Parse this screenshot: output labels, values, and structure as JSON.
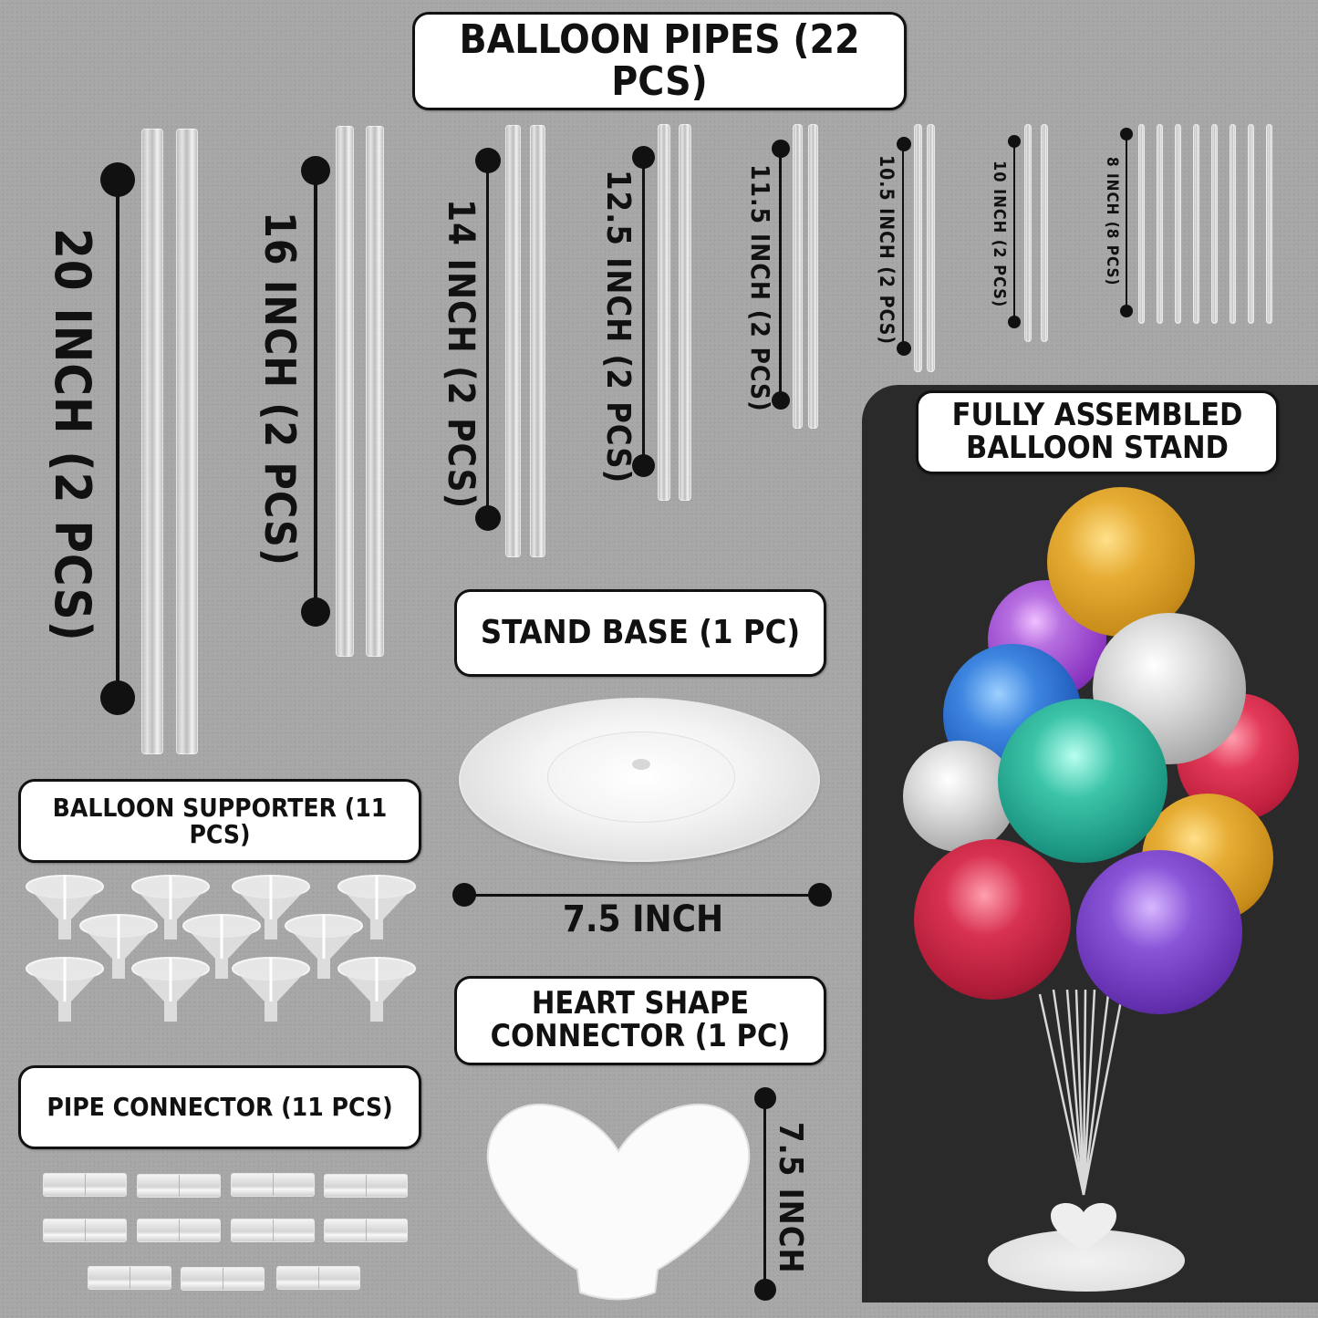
{
  "header": {
    "title": "BALLOON PIPES (22 PCS)"
  },
  "pipes": [
    {
      "label": "20 INCH (2 PCS)",
      "length_in": 20,
      "count": 2
    },
    {
      "label": "16 INCH (2 PCS)",
      "length_in": 16,
      "count": 2
    },
    {
      "label": "14 INCH (2 PCS)",
      "length_in": 14,
      "count": 2
    },
    {
      "label": "12.5 INCH (2 PCS)",
      "length_in": 12.5,
      "count": 2
    },
    {
      "label": "11.5 INCH (2 PCS)",
      "length_in": 11.5,
      "count": 2
    },
    {
      "label": "10.5 INCH (2 PCS)",
      "length_in": 10.5,
      "count": 2
    },
    {
      "label": "10 INCH (2 PCS)",
      "length_in": 10,
      "count": 2
    },
    {
      "label": "8 INCH (8 PCS)",
      "length_in": 8,
      "count": 8
    }
  ],
  "stand_base": {
    "title": "STAND BASE (1 PC)",
    "dimension": "7.5 INCH"
  },
  "balloon_supporter": {
    "title": "BALLOON SUPPORTER (11 PCS)",
    "count": 11
  },
  "pipe_connector": {
    "title": "PIPE CONNECTOR (11 PCS)",
    "count": 11
  },
  "heart_connector": {
    "title_line1": "HEART SHAPE",
    "title_line2": "CONNECTOR (1 PC)",
    "dimension": "7.5 INCH"
  },
  "assembled": {
    "title_line1": "FULLY ASSEMBLED",
    "title_line2": "BALLOON STAND",
    "balloon_colors": [
      "#d39a22",
      "#9b4fc8",
      "#c8c8c8",
      "#1f5fc0",
      "#d3284a",
      "#1fa48f",
      "#d0d0d0",
      "#d69a22",
      "#b0203c",
      "#6a37b8"
    ]
  },
  "colors": {
    "background": "#a7a7a7",
    "panel": "#2a2a2a",
    "label_bg": "#ffffff",
    "text": "#111111"
  }
}
